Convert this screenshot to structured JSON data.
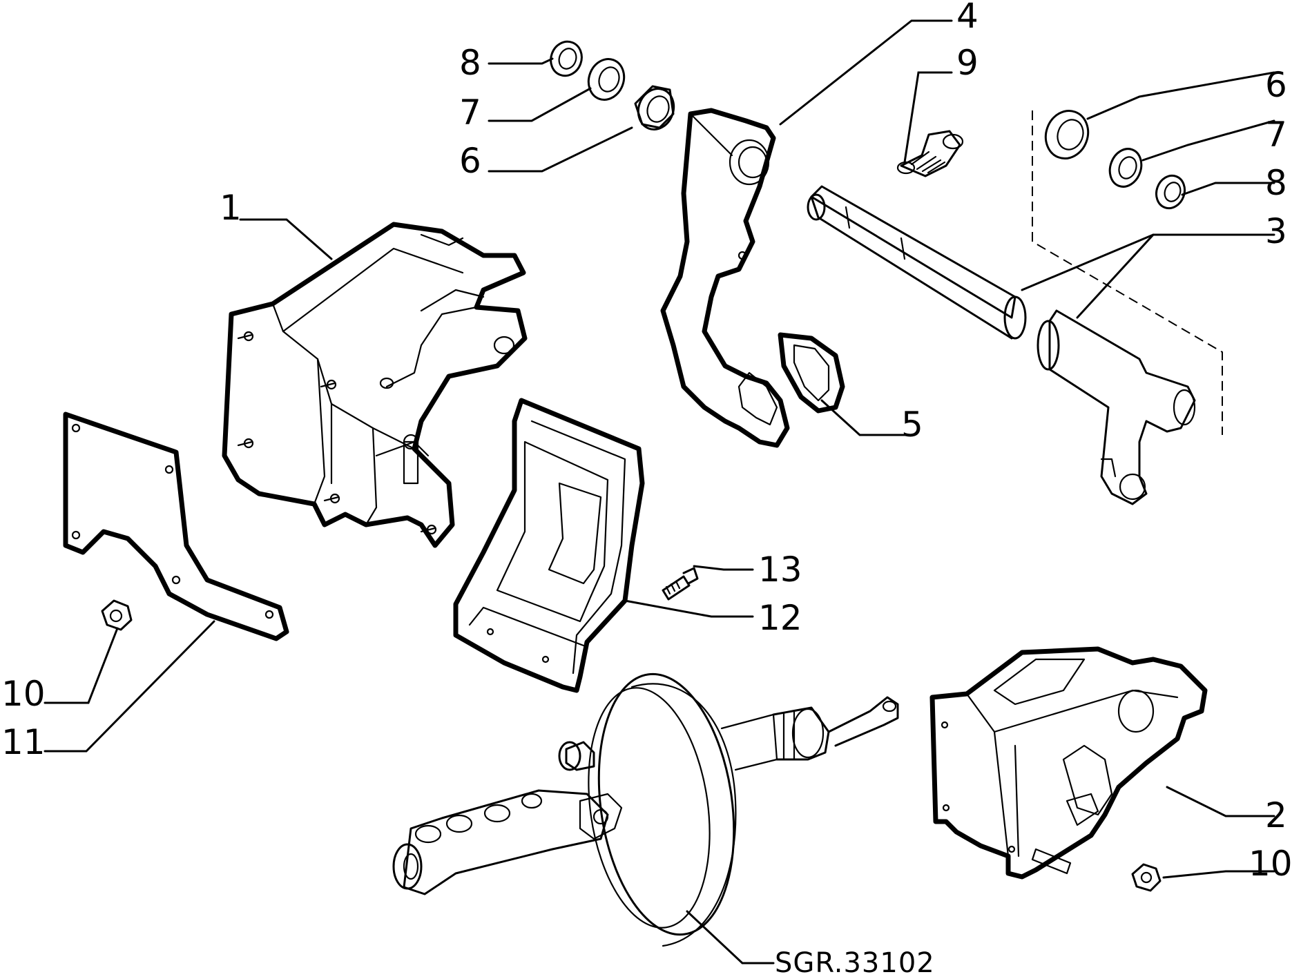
{
  "callouts": {
    "c1": "1",
    "c2": "2",
    "c3": "3",
    "c4": "4",
    "c5": "5",
    "c6a": "6",
    "c6b": "6",
    "c7a": "7",
    "c7b": "7",
    "c8a": "8",
    "c8b": "8",
    "c9": "9",
    "c10a": "10",
    "c10b": "10",
    "c11": "11",
    "c12": "12",
    "c13": "13"
  },
  "reference_code": "SGR.33102"
}
